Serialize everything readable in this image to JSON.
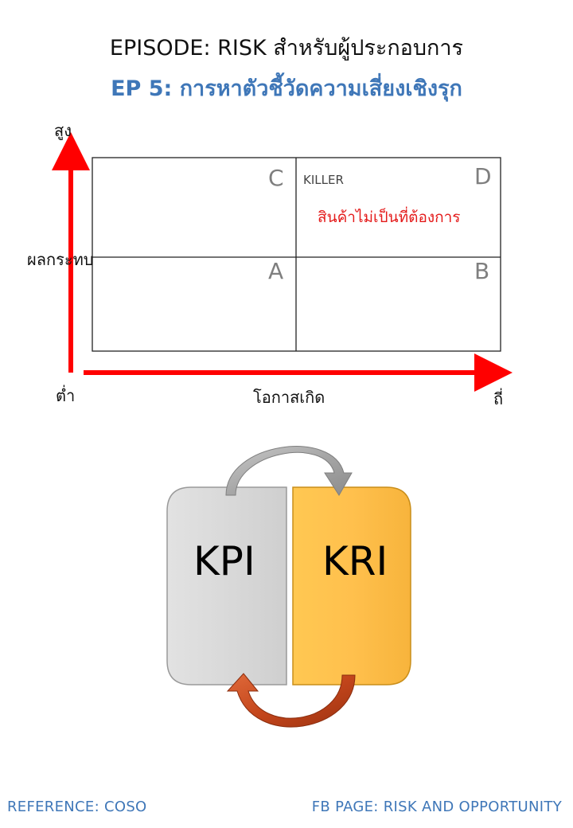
{
  "header": {
    "title": "EPISODE: RISK สำหรับผู้ประกอบการ",
    "subtitle": "EP 5: การหาตัวชี้วัดความเสี่ยงเชิงรุก"
  },
  "matrix": {
    "y_axis": {
      "label": "ผลกระทบ",
      "high": "สูง",
      "low": "ต่ำ"
    },
    "x_axis": {
      "label": "โอกาสเกิด",
      "high": "ถี่"
    },
    "quadrants": {
      "c": "C",
      "d": {
        "letter": "D",
        "tag": "KILLER",
        "note": "สินค้าไม่เป็นที่ต้องการ"
      },
      "a": "A",
      "b": "B"
    }
  },
  "cycle": {
    "left_label": "KPI",
    "right_label": "KRI"
  },
  "footer": {
    "reference": "REFERENCE: COSO",
    "page": "FB PAGE: RISK AND OPPORTUNITY"
  },
  "colors": {
    "accent_blue": "#3f77b8",
    "axis_red": "#ff0000",
    "note_red": "#e41b1b",
    "kpi_gray": "#d9d9d9",
    "kri_gold": "#ffc04d",
    "top_arrow_gray": "#a6a6a6",
    "bottom_arrow_rust": "#c4461c"
  }
}
